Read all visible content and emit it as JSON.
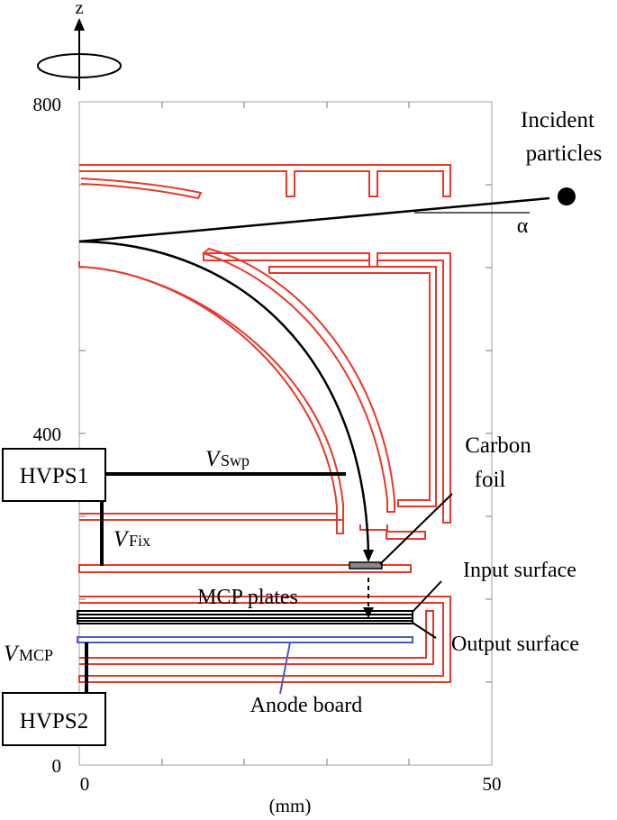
{
  "axis": {
    "z_label": "z",
    "unit_label": "(mm)",
    "y_ticks": {
      "top": "800",
      "mid": "400",
      "bottom": "0"
    },
    "x_ticks": {
      "left": "0",
      "right": "50"
    }
  },
  "labels": {
    "incident_line1": "Incident",
    "incident_line2": "particles",
    "alpha": "α",
    "carbon_line1": "Carbon",
    "carbon_line2": "foil",
    "input_surface": "Input surface",
    "output_surface": "Output surface",
    "mcp_plates": "MCP plates",
    "anode_board": "Anode board"
  },
  "power_supplies": {
    "hvps1": "HVPS1",
    "hvps2": "HVPS2"
  },
  "voltages": {
    "swp_v": "V",
    "swp_sub": "Swp",
    "fix_v": "V",
    "fix_sub": "Fix",
    "mcp_v": "V",
    "mcp_sub": "MCP"
  },
  "colors": {
    "electrode": "#e8382b",
    "anode": "#4a5bc4",
    "line": "#000000"
  }
}
